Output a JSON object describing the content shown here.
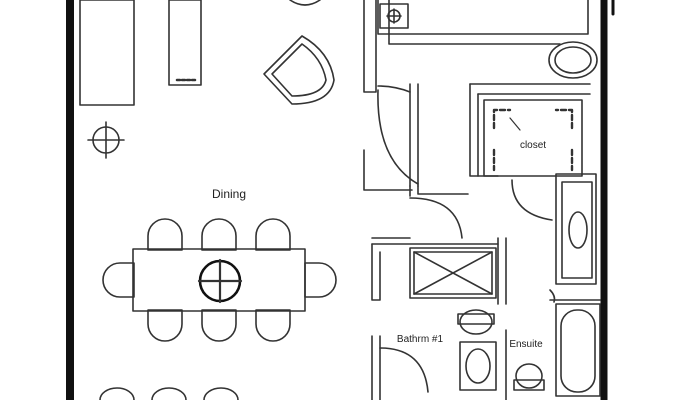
{
  "labels": {
    "dining": "Dining",
    "closet": "closet",
    "bath1": "Bathrm #1",
    "ensuite": "Ensuite"
  },
  "colors": {
    "wall": "#111111",
    "line": "#333333",
    "background": "#ffffff"
  }
}
